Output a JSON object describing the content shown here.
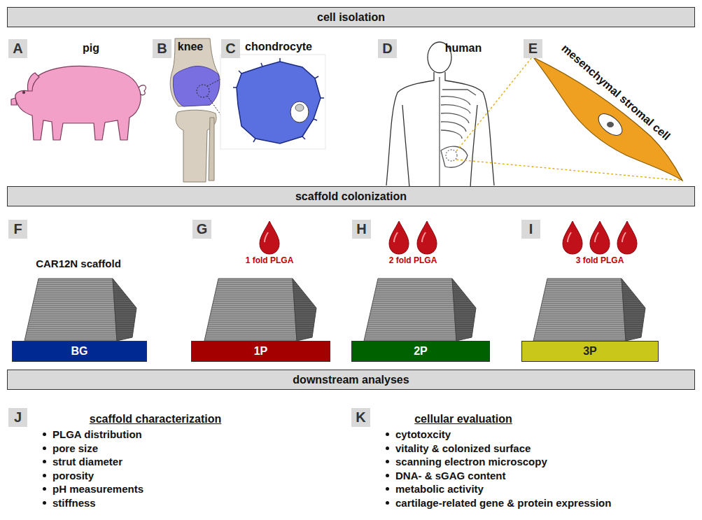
{
  "diagram": {
    "nodes": [
      {
        "text": [
          "cell isolation"
        ]
      },
      {
        "text": [
          "A"
        ]
      },
      {
        "text": [
          "B"
        ]
      },
      {
        "text": [
          "C"
        ]
      },
      {
        "text": [
          "D"
        ]
      },
      {
        "text": [
          "E"
        ]
      },
      {
        "text": [
          "scaffold colonization"
        ]
      },
      {
        "text": [
          "F"
        ]
      },
      {
        "text": [
          "G"
        ]
      },
      {
        "text": [
          "H"
        ]
      },
      {
        "text": [
          "I"
        ]
      },
      {
        "text": [
          "BG"
        ]
      },
      {
        "text": [
          "1P"
        ]
      },
      {
        "text": [
          "2P"
        ]
      },
      {
        "text": [
          "3P"
        ]
      },
      {
        "text": [
          "downstream analyses"
        ]
      },
      {
        "text": [
          "J"
        ]
      },
      {
        "text": [
          "K"
        ]
      }
    ],
    "labels": [
      "pig",
      "knee",
      "chondrocyte",
      "human",
      "mesenchymal stromal cell",
      "CAR12N scaffold",
      "1 fold PLGA",
      "2 fold PLGA",
      "3 fold PLGA",
      "scaffold characterization",
      "PLGA distribution",
      "pore size",
      "strut diameter",
      "porosity",
      "pH measurements",
      "stiffness",
      "cellular evaluation",
      "cytotoxcity",
      "vitality & colonized surface",
      "scanning electron microscopy",
      "DNA- & sGAG content",
      "metabolic activity",
      "cartilage-related gene & protein expression"
    ]
  }
}
